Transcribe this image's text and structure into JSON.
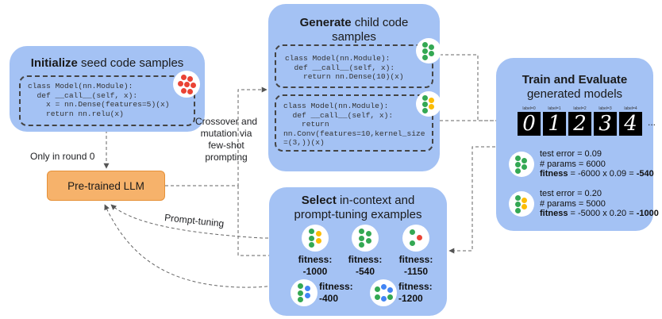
{
  "init": {
    "title_bold": "Initialize",
    "title_rest": " seed code samples",
    "code": "class Model(nn.Module):\n  def __call__(self, x):\n    x = nn.Dense(features=5)(x)\n    return nn.relu(x)"
  },
  "generate": {
    "title_bold": "Generate",
    "title_rest": " child code",
    "title_line2": "samples",
    "code1": "class Model(nn.Module):\n  def __call__(self, x):\n    return nn.Dense(10)(x)",
    "code2": "class Model(nn.Module):\n  def __call__(self, x):\n    return\nnn.Conv(features=10,kernel_size\n=(3,))(x)"
  },
  "train": {
    "title_bold": "Train and Evaluate",
    "title_line2": "generated models",
    "digit_labels": [
      "label=0",
      "label=1",
      "label=2",
      "label=3",
      "label=4"
    ],
    "digits": [
      "0",
      "1",
      "2",
      "3",
      "4"
    ],
    "more": "...",
    "model1": {
      "error": "test error = 0.09",
      "params": "# params = 6000",
      "fitness_label": "fitness",
      "fitness_expr": " = -6000 x 0.09 = ",
      "fitness_value": "-540"
    },
    "model2": {
      "error": "test error = 0.20",
      "params": "# params = 5000",
      "fitness_label": "fitness",
      "fitness_expr": " = -5000 x 0.20 = ",
      "fitness_value": "-1000"
    }
  },
  "select": {
    "title_bold": "Select",
    "title_rest": " in-context and",
    "title_line2": "prompt-tuning examples",
    "items": [
      {
        "fitness": "fitness:\n-1000"
      },
      {
        "fitness": "fitness:\n-540"
      },
      {
        "fitness": "fitness:\n-1150"
      },
      {
        "fitness": "fitness:\n-400"
      },
      {
        "fitness": "fitness:\n-1200"
      }
    ]
  },
  "llm": {
    "label": "Pre-trained LLM"
  },
  "labels": {
    "round0": "Only in round 0",
    "crossover": "Crossover and\nmutation via\nfew-shot\nprompting",
    "prompt_tuning": "Prompt-tuning"
  },
  "colors": {
    "panel": "#a4c2f4",
    "llm": "#f6b26b",
    "green": "#34a853",
    "yellow": "#fbbc04",
    "red": "#ea4335",
    "blue": "#4285f4"
  }
}
